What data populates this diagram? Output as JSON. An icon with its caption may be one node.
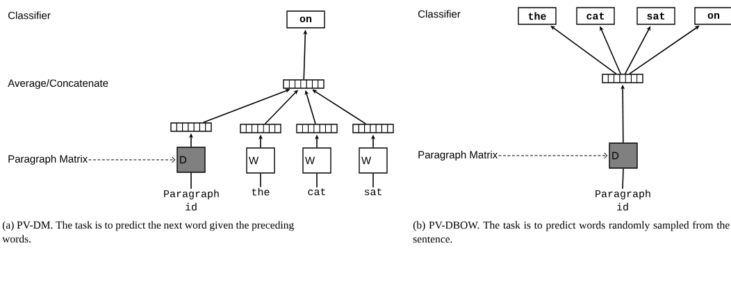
{
  "diagram": {
    "nodes": [
      {
        "text": [
          "on"
        ]
      },
      {
        "text": [],
        "shape": "bar"
      },
      {
        "text": [],
        "shape": "bar"
      },
      {
        "text": [],
        "shape": "bar"
      },
      {
        "text": [],
        "shape": "bar"
      },
      {
        "text": [],
        "shape": "bar"
      },
      {
        "text": [
          "D"
        ]
      },
      {
        "text": [
          "W"
        ]
      },
      {
        "text": [
          "W"
        ]
      },
      {
        "text": [
          "W"
        ]
      },
      {
        "text": [
          "Paragraph id"
        ]
      },
      {
        "text": [
          "the"
        ]
      },
      {
        "text": [
          "cat"
        ]
      },
      {
        "text": [
          "sat"
        ]
      },
      {
        "text": [
          "Paragraph Matrix"
        ]
      },
      {
        "text": [
          "the"
        ]
      },
      {
        "text": [
          "cat"
        ]
      },
      {
        "text": [
          "sat"
        ]
      },
      {
        "text": [
          "on"
        ]
      },
      {
        "text": [],
        "shape": "bar"
      },
      {
        "text": [
          "D"
        ]
      },
      {
        "text": [
          "Paragraph id"
        ]
      },
      {
        "text": [
          "Paragraph Matrix"
        ]
      }
    ],
    "edges": [
      {
        "from": 1,
        "to": 0,
        "arrow": "to"
      },
      {
        "from": 2,
        "to": 1,
        "arrow": "to"
      },
      {
        "from": 3,
        "to": 1,
        "arrow": "to"
      },
      {
        "from": 4,
        "to": 1,
        "arrow": "to"
      },
      {
        "from": 5,
        "to": 1,
        "arrow": "to"
      },
      {
        "from": 6,
        "to": 2,
        "arrow": "to"
      },
      {
        "from": 7,
        "to": 3,
        "arrow": "to"
      },
      {
        "from": 8,
        "to": 4,
        "arrow": "to"
      },
      {
        "from": 9,
        "to": 5,
        "arrow": "to"
      },
      {
        "from": 10,
        "to": 6,
        "arrow": "none"
      },
      {
        "from": 11,
        "to": 7,
        "arrow": "none"
      },
      {
        "from": 12,
        "to": 8,
        "arrow": "none"
      },
      {
        "from": 13,
        "to": 9,
        "arrow": "none"
      },
      {
        "from": 14,
        "to": 6,
        "arrow": "to",
        "style": "dashed"
      },
      {
        "from": 19,
        "to": 15,
        "arrow": "to"
      },
      {
        "from": 19,
        "to": 16,
        "arrow": "to"
      },
      {
        "from": 19,
        "to": 17,
        "arrow": "to"
      },
      {
        "from": 19,
        "to": 18,
        "arrow": "to"
      },
      {
        "from": 20,
        "to": 19,
        "arrow": "to"
      },
      {
        "from": 21,
        "to": 20,
        "arrow": "none"
      },
      {
        "from": 22,
        "to": 20,
        "arrow": "to",
        "style": "dashed"
      }
    ],
    "labels": [
      "Classifier",
      "Average/Concatenate",
      "Classifier",
      "(a) PV-DM. The task is to predict the next word given the preceding words.",
      "(b) PV-DBOW. The task is to predict words randomly sampled from the sentence."
    ]
  }
}
